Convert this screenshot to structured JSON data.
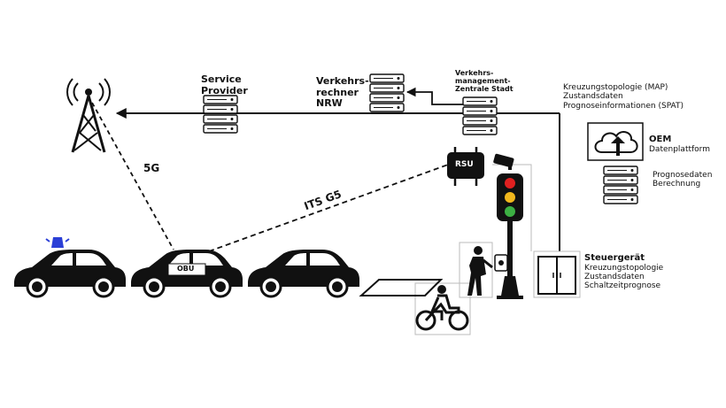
{
  "labels": {
    "service_provider_1": "Service",
    "service_provider_2": "Provider",
    "verkehrsrechner_1": "Verkehrs-",
    "verkehrsrechner_2": "rechner",
    "verkehrsrechner_3": "NRW",
    "vmz_1": "Verkehrs-",
    "vmz_2": "management-",
    "vmz_3": "Zentrale Stadt",
    "map_info_1": "Kreuzungstopologie (MAP)",
    "map_info_2": "Zustandsdaten",
    "map_info_3": "Prognoseinformationen (SPAT)",
    "oem_title": "OEM",
    "oem_sub": "Datenplattform",
    "prognose_1": "Prognosedaten",
    "prognose_2": "Berechnung",
    "link_5g": "5G",
    "link_itsg5": "ITS G5",
    "rsu": "RSU",
    "obu": "OBU",
    "steuer_title": "Steuergerät",
    "steuer_1": "Kreuzungstopologie",
    "steuer_2": "Zustandsdaten",
    "steuer_3": "Schaltzeitprognose"
  },
  "colors": {
    "ink": "#111111",
    "police_light": "#2b3fd6",
    "signal_red": "#e02020",
    "signal_yellow": "#f2b81d",
    "signal_green": "#3cb043"
  },
  "icons": [
    "antenna-tower-icon",
    "server-icon",
    "cloud-upload-icon",
    "traffic-light-icon",
    "camera-icon",
    "pedestrian-icon",
    "cyclist-icon",
    "car-icon",
    "police-car-icon",
    "cabinet-icon",
    "push-button-icon"
  ]
}
